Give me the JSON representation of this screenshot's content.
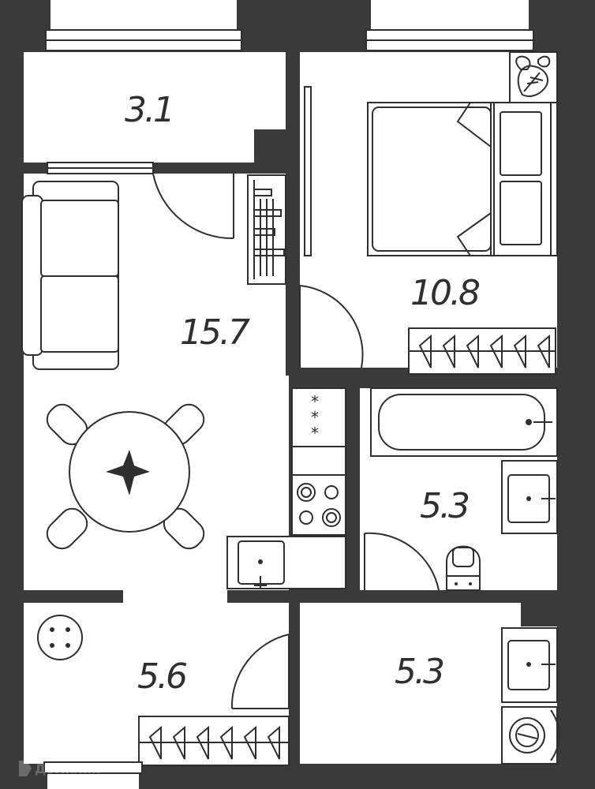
{
  "colors": {
    "wall": "#3a3a3a",
    "floor": "#ffffff",
    "line": "#2f2f2f"
  },
  "rooms": [
    {
      "id": "balcony",
      "area": "3.1"
    },
    {
      "id": "bedroom",
      "area": "10.8"
    },
    {
      "id": "living-kitchen",
      "area": "15.7"
    },
    {
      "id": "bathroom",
      "area": "5.3"
    },
    {
      "id": "hall",
      "area": "5.6"
    },
    {
      "id": "laundry-hall",
      "area": "5.3"
    }
  ],
  "watermark": "Домклик",
  "icons": {
    "plant": "plant-icon",
    "bed": "bed-icon",
    "sofa": "sofa-icon",
    "table": "dining-table-icon",
    "stove": "stove-icon",
    "sink": "sink-icon",
    "bathtub": "bathtub-icon",
    "toilet": "toilet-icon",
    "washer": "washing-machine-icon",
    "hangers": "wardrobe-hangers-icon"
  }
}
